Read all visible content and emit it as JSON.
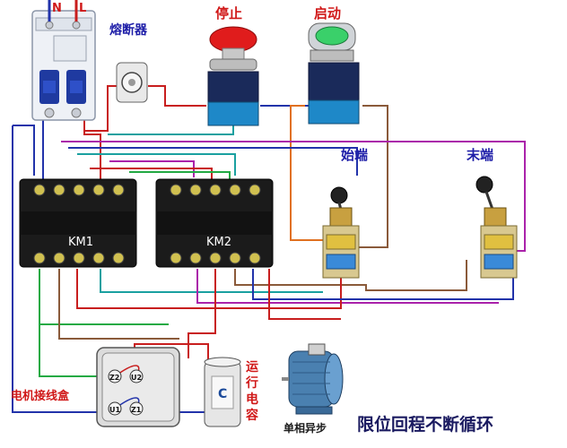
{
  "labels": {
    "n": "N",
    "l": "L",
    "fuse": "熔断器",
    "stop": "停止",
    "start": "启动",
    "start_end": "始端",
    "end_end": "末端",
    "km1": "KM1",
    "km2": "KM2",
    "junction_box": "电机接线盒",
    "capacitor": "运\n行\n电\n容",
    "capacitor_chars": [
      "运",
      "行",
      "电",
      "容"
    ],
    "motor": "单相异步",
    "title": "限位回程不断循环",
    "terminals": {
      "z2": "Z2",
      "u2": "U2",
      "u1": "U1",
      "z1": "Z1"
    }
  },
  "colors": {
    "label_blue": "#1e1ea8",
    "label_red": "#d01818",
    "title": "#1a1a60",
    "wire_red": "#c81e1e",
    "wire_blue": "#2233aa",
    "wire_green": "#22aa44",
    "wire_purple": "#aa22aa",
    "wire_teal": "#1aa0a0",
    "wire_orange": "#e07020",
    "wire_brown": "#8a5a3a"
  }
}
